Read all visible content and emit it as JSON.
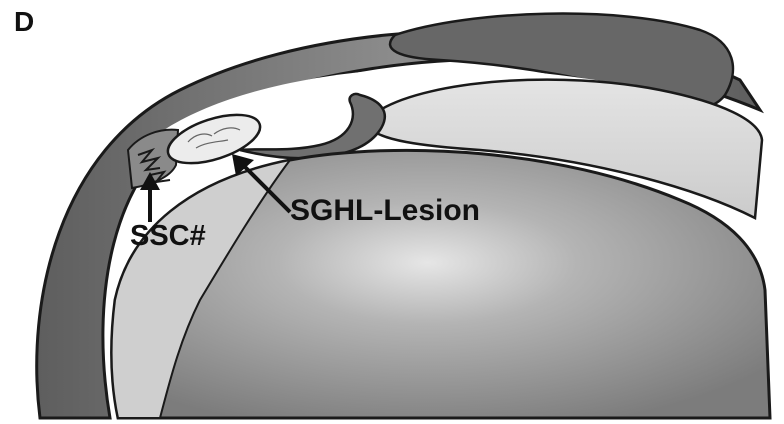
{
  "figure": {
    "panel_letter": "D",
    "labels": {
      "ssc": "SSC#",
      "sghl": "SGHL-Lesion"
    },
    "colors": {
      "background": "#ffffff",
      "outline": "#1a1a1a",
      "humeral_head": "#9a9a9a",
      "cartilage": "#d6d6d6",
      "tendon": "#6a6a6a",
      "biceps_tendon": "#707070",
      "ligament": "#e6e6e6"
    }
  }
}
